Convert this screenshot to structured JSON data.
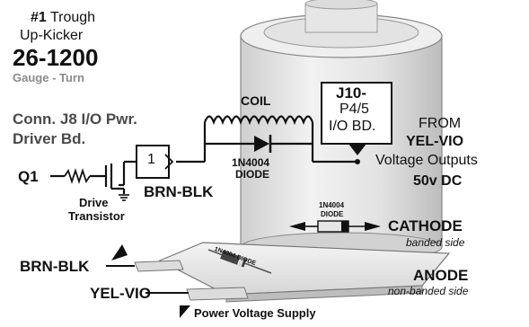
{
  "title": {
    "number": "#1",
    "line1_rest": "Trough",
    "line2": "Up-Kicker",
    "part_no": "26-1200",
    "gauge": "Gauge - Turn"
  },
  "connection": {
    "line1": "Conn. J8 I/O Pwr.",
    "line2": "Driver Bd."
  },
  "labels": {
    "coil": "COIL",
    "diode_name": "1N4004",
    "diode_word": "DIODE",
    "q1": "Q1",
    "driver_gate": "1",
    "drive": "Drive",
    "transistor": "Transistor",
    "brn_blk": "BRN-BLK",
    "yel_vio": "YEL-VIO",
    "j10_line1": "J10-",
    "j10_line2": "P4/5",
    "j10_line3": "I/O BD.",
    "from": "FROM",
    "from_color": "YEL-VIO",
    "voltage_outputs": "Voltage Outputs",
    "voltage": "50v DC",
    "small_diode_name": "1N4004",
    "small_diode_word": "DIODE",
    "cathode": "CATHODE",
    "cathode_sub": "banded side",
    "anode": "ANODE",
    "anode_sub": "non-banded side",
    "bracket_diode": "1N4004 DIODE",
    "power_supply": "Power Voltage Supply"
  },
  "colors": {
    "ink": "#111111",
    "gray_text": "#8a8a8a",
    "coil_body": "#e9e9e9",
    "coil_shade": "#cfcfcf"
  }
}
